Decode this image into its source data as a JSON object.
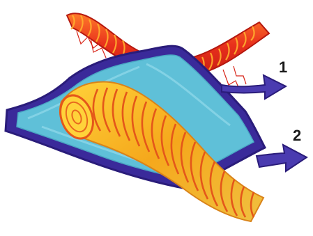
{
  "labels": {
    "one": "1",
    "two": "2"
  },
  "colors": {
    "background": "#ffffff",
    "top_vessel": "#e8301c",
    "top_vessel_highlight": "#ff9a2a",
    "membrane_outline": "#3a2a9a",
    "membrane_fill": "#5fc0d8",
    "bottom_vessel": "#f0a31a",
    "bottom_vessel_stripe": "#e4571a",
    "arrow": "#4a3bb0"
  },
  "icons": {
    "top_vessel": "coiled-tube-red",
    "bottom_vessel": "coiled-tube-orange",
    "arrow_1": "right-arrow",
    "arrow_2": "right-arrow"
  }
}
